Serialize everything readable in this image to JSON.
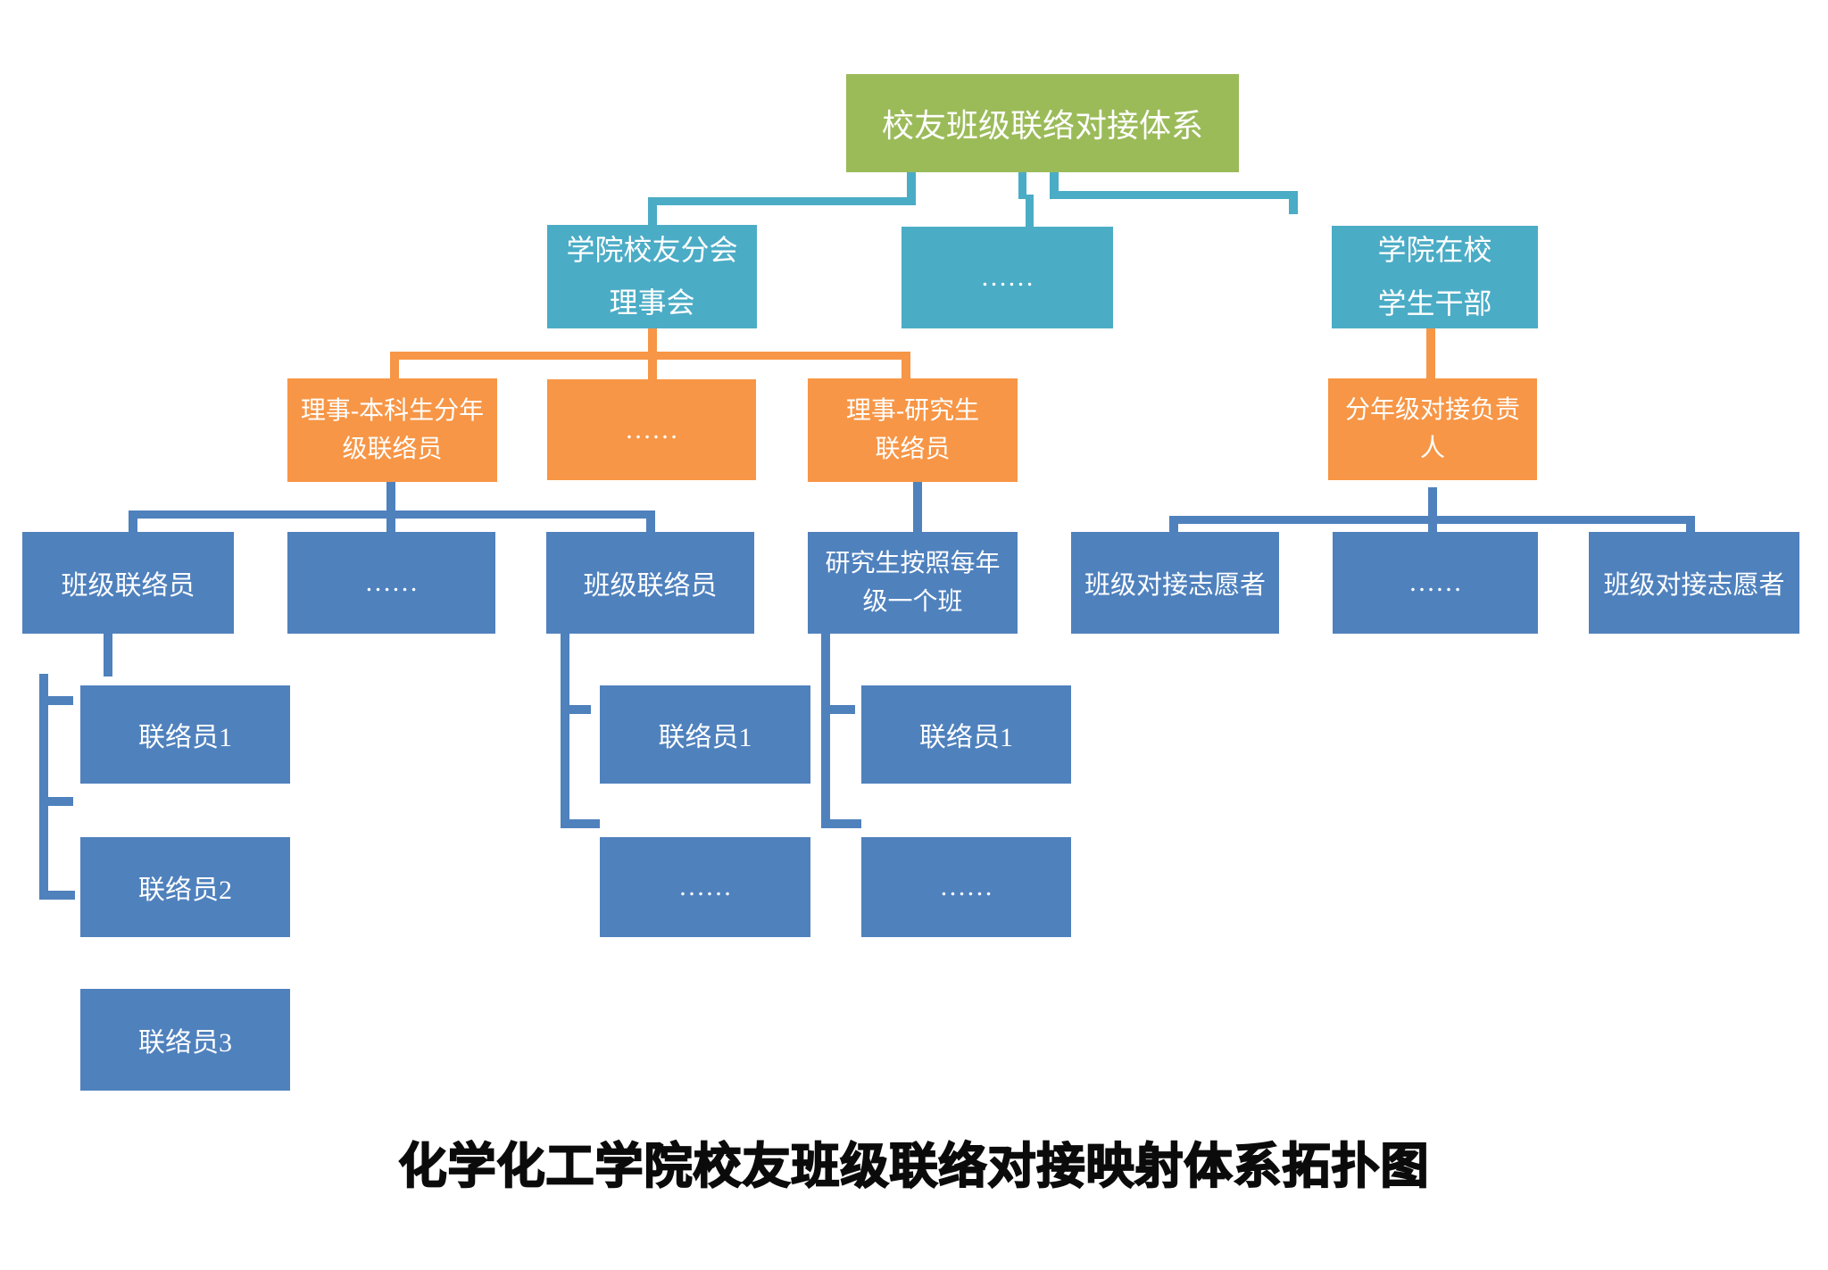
{
  "title": "化学化工学院校友班级联络对接映射体系拓扑图",
  "colors": {
    "green": "#9BBB59",
    "teal": "#4BACC6",
    "orange": "#F79646",
    "blue": "#4F81BD",
    "ink": "#0b0b0b"
  },
  "nodes": {
    "root": "校友班级联络对接体系",
    "alumni_council": "学院校友分会\n理事会",
    "level2_ellipsis": "……",
    "student_cadre": "学院在校\n学生干部",
    "director_undergrad": "理事-本科生分年\n级联络员",
    "director_ellipsis": "……",
    "director_postgrad": "理事-研究生\n联络员",
    "grade_leader": "分年级对接负责\n人",
    "class_liaison_a": "班级联络员",
    "row4_ellipsis_a": "……",
    "class_liaison_b": "班级联络员",
    "postgrad_class": "研究生按照每年\n级一个班",
    "class_volunteer_a": "班级对接志愿者",
    "row4_ellipsis_b": "……",
    "class_volunteer_b": "班级对接志愿者",
    "g1_liaison1": "联络员1",
    "g1_liaison2": "联络员2",
    "g1_liaison3": "联络员3",
    "g2_liaison1": "联络员1",
    "g2_ellipsis": "……",
    "g3_liaison1": "联络员1",
    "g3_ellipsis": "……"
  }
}
